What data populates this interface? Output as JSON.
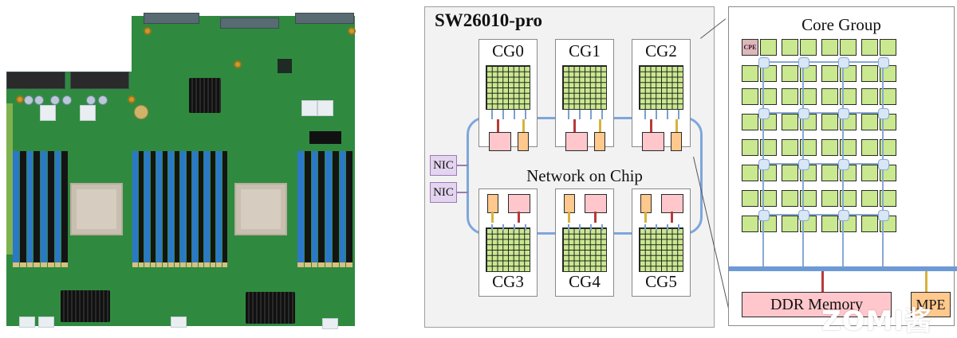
{
  "photo": {
    "subject": "server-motherboard",
    "cpu_count": 2,
    "heatsink_count": 3
  },
  "chip": {
    "title": "SW26010-pro",
    "top_groups": [
      "CG0",
      "CG1",
      "CG2"
    ],
    "bottom_groups": [
      "CG3",
      "CG4",
      "CG5"
    ],
    "noc_label": "Network on Chip",
    "nics": [
      "NIC",
      "NIC"
    ]
  },
  "core_group": {
    "title": "Core Group",
    "cpe_label": "CPE",
    "rows": 8,
    "cols": 8,
    "ddr_label": "DDR Memory",
    "mpe_label": "MPE"
  },
  "colors": {
    "cpe_fill": "#c9e88f",
    "noc_ring": "#7ea6dc",
    "ddr_fill": "#ffc7cc",
    "mpe_fill": "#ffc88c",
    "nic_fill": "#e3d4f0"
  },
  "watermark": "ZOMI酱"
}
